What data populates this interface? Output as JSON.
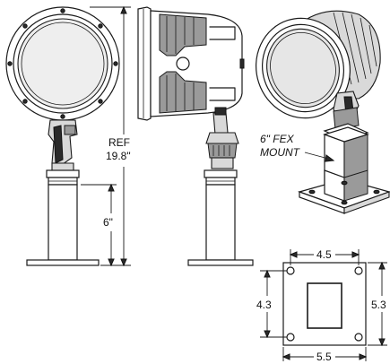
{
  "labels": {
    "ref": "REF",
    "overall_height": "19.8\"",
    "stem_height": "6\"",
    "mount_line1": "6\" FEX",
    "mount_line2": "MOUNT",
    "hole_spacing_width": "4.5",
    "hole_spacing_height": "4.3",
    "plate_width": "5.5",
    "plate_height": "5.3"
  }
}
